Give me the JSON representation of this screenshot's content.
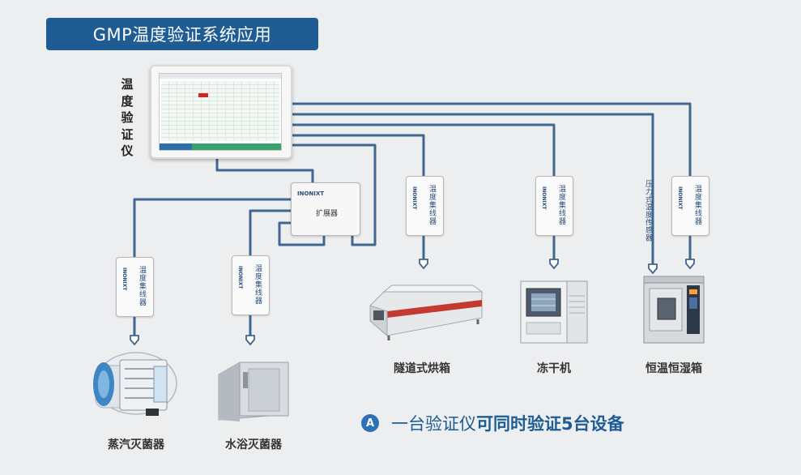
{
  "title": "GMP温度验证系统应用",
  "instrument": {
    "label": "温度验证仪"
  },
  "expander": {
    "brand": "INONIXT",
    "label": "扩展器"
  },
  "collector": {
    "label": "温度集线器",
    "brand": "INONIXT"
  },
  "sensor_label": "压力式温度传感器",
  "devices": [
    {
      "name": "蒸汽灭菌器"
    },
    {
      "name": "水浴灭菌器"
    },
    {
      "name": "隧道式烘箱"
    },
    {
      "name": "冻干机"
    },
    {
      "name": "恒温恒湿箱"
    }
  ],
  "tagline": {
    "badge": "A",
    "normal": "一台验证仪",
    "bold": "可同时验证5台设备"
  },
  "colors": {
    "line": "#41668f",
    "banner": "#1f5c93",
    "accent": "#2f6fb6"
  }
}
